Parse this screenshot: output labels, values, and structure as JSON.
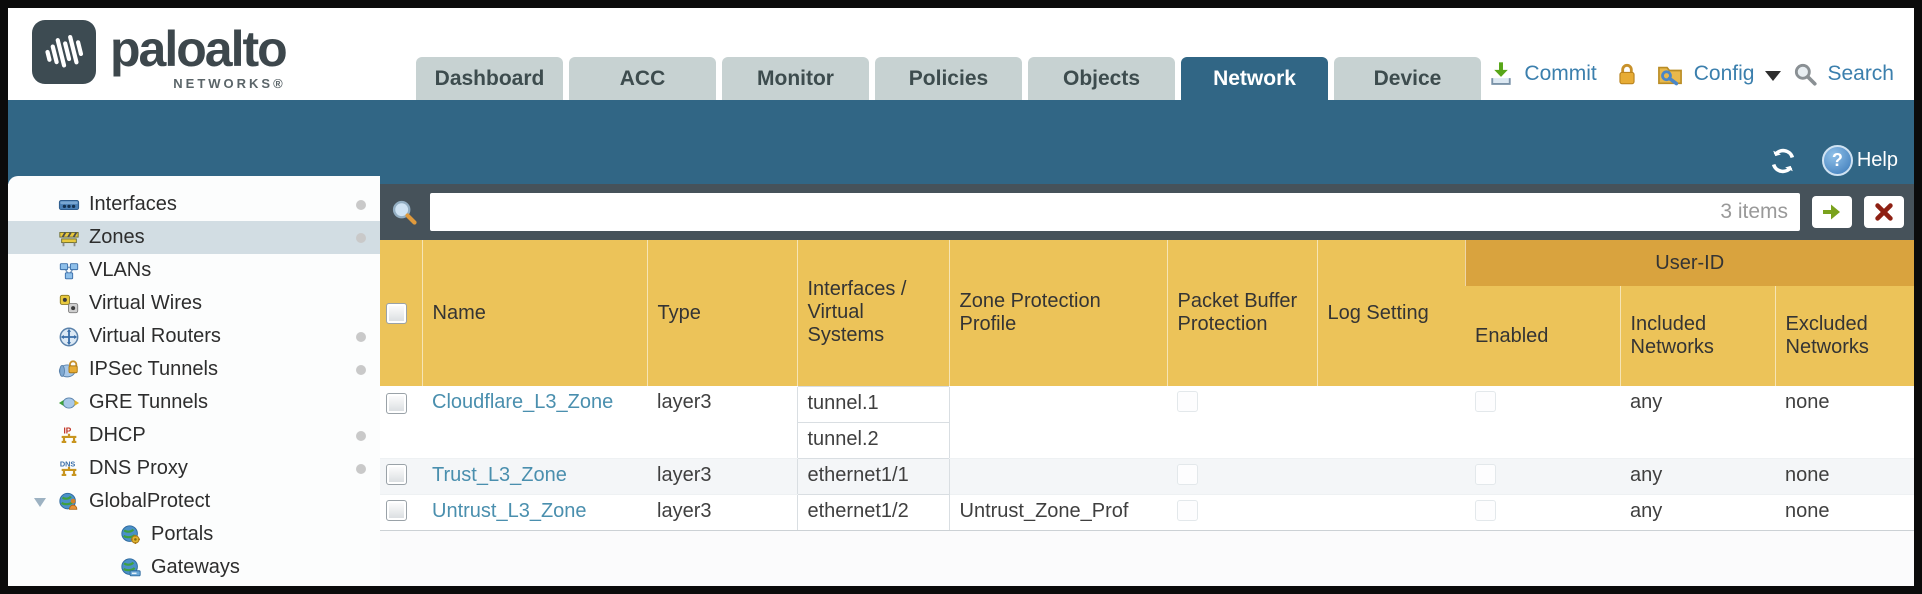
{
  "colors": {
    "teal_band": "#316685",
    "tab_inactive": "#c7d2d2",
    "link_blue": "#3b7fad",
    "filter_bar": "#46525a",
    "header_gold": "#ecc359",
    "header_gold_dark": "#d9a33e",
    "sidebar_selected": "#d2dde3",
    "row_link": "#4a8fae",
    "row_alt": "#f4f6f8"
  },
  "header": {
    "brand": {
      "name": "paloalto",
      "sub": "NETWORKS®"
    },
    "tabs": [
      {
        "label": "Dashboard",
        "active": false
      },
      {
        "label": "ACC",
        "active": false
      },
      {
        "label": "Monitor",
        "active": false
      },
      {
        "label": "Policies",
        "active": false
      },
      {
        "label": "Objects",
        "active": false
      },
      {
        "label": "Network",
        "active": true
      },
      {
        "label": "Device",
        "active": false
      }
    ],
    "actions": {
      "commit": "Commit",
      "config": "Config",
      "search": "Search"
    }
  },
  "band": {
    "help": "Help"
  },
  "sidebar": {
    "items": [
      {
        "label": "Interfaces",
        "icon": "interfaces-icon",
        "selected": false,
        "dot": true
      },
      {
        "label": "Zones",
        "icon": "zones-icon",
        "selected": true,
        "dot": true
      },
      {
        "label": "VLANs",
        "icon": "vlans-icon",
        "selected": false,
        "dot": false
      },
      {
        "label": "Virtual Wires",
        "icon": "virtual-wires-icon",
        "selected": false,
        "dot": false
      },
      {
        "label": "Virtual Routers",
        "icon": "virtual-routers-icon",
        "selected": false,
        "dot": true
      },
      {
        "label": "IPSec Tunnels",
        "icon": "ipsec-tunnels-icon",
        "selected": false,
        "dot": true
      },
      {
        "label": "GRE Tunnels",
        "icon": "gre-tunnels-icon",
        "selected": false,
        "dot": false
      },
      {
        "label": "DHCP",
        "icon": "dhcp-icon",
        "selected": false,
        "dot": true
      },
      {
        "label": "DNS Proxy",
        "icon": "dns-proxy-icon",
        "selected": false,
        "dot": true
      },
      {
        "label": "GlobalProtect",
        "icon": "globalprotect-icon",
        "selected": false,
        "dot": false,
        "expanded": true
      },
      {
        "label": "Portals",
        "icon": "portals-icon",
        "selected": false,
        "dot": false,
        "indent": true
      },
      {
        "label": "Gateways",
        "icon": "gateways-icon",
        "selected": false,
        "dot": false,
        "indent": true
      }
    ]
  },
  "filter": {
    "input_value": "",
    "count": "3 items"
  },
  "table": {
    "group_header": "User-ID",
    "columns": [
      "Name",
      "Type",
      "Interfaces / Virtual Systems",
      "Zone Protection Profile",
      "Packet Buffer Protection",
      "Log Setting",
      "Enabled",
      "Included Networks",
      "Excluded Networks"
    ],
    "rows": [
      {
        "name": "Cloudflare_L3_Zone",
        "type": "layer3",
        "interfaces": [
          "tunnel.1",
          "tunnel.2"
        ],
        "zone_protection_profile": "",
        "packet_buffer_protection": false,
        "log_setting": "",
        "user_id_enabled": false,
        "included_networks": "any",
        "excluded_networks": "none"
      },
      {
        "name": "Trust_L3_Zone",
        "type": "layer3",
        "interfaces": [
          "ethernet1/1"
        ],
        "zone_protection_profile": "",
        "packet_buffer_protection": false,
        "log_setting": "",
        "user_id_enabled": false,
        "included_networks": "any",
        "excluded_networks": "none"
      },
      {
        "name": "Untrust_L3_Zone",
        "type": "layer3",
        "interfaces": [
          "ethernet1/2"
        ],
        "zone_protection_profile": "Untrust_Zone_Prof",
        "packet_buffer_protection": false,
        "log_setting": "",
        "user_id_enabled": false,
        "included_networks": "any",
        "excluded_networks": "none"
      }
    ]
  }
}
